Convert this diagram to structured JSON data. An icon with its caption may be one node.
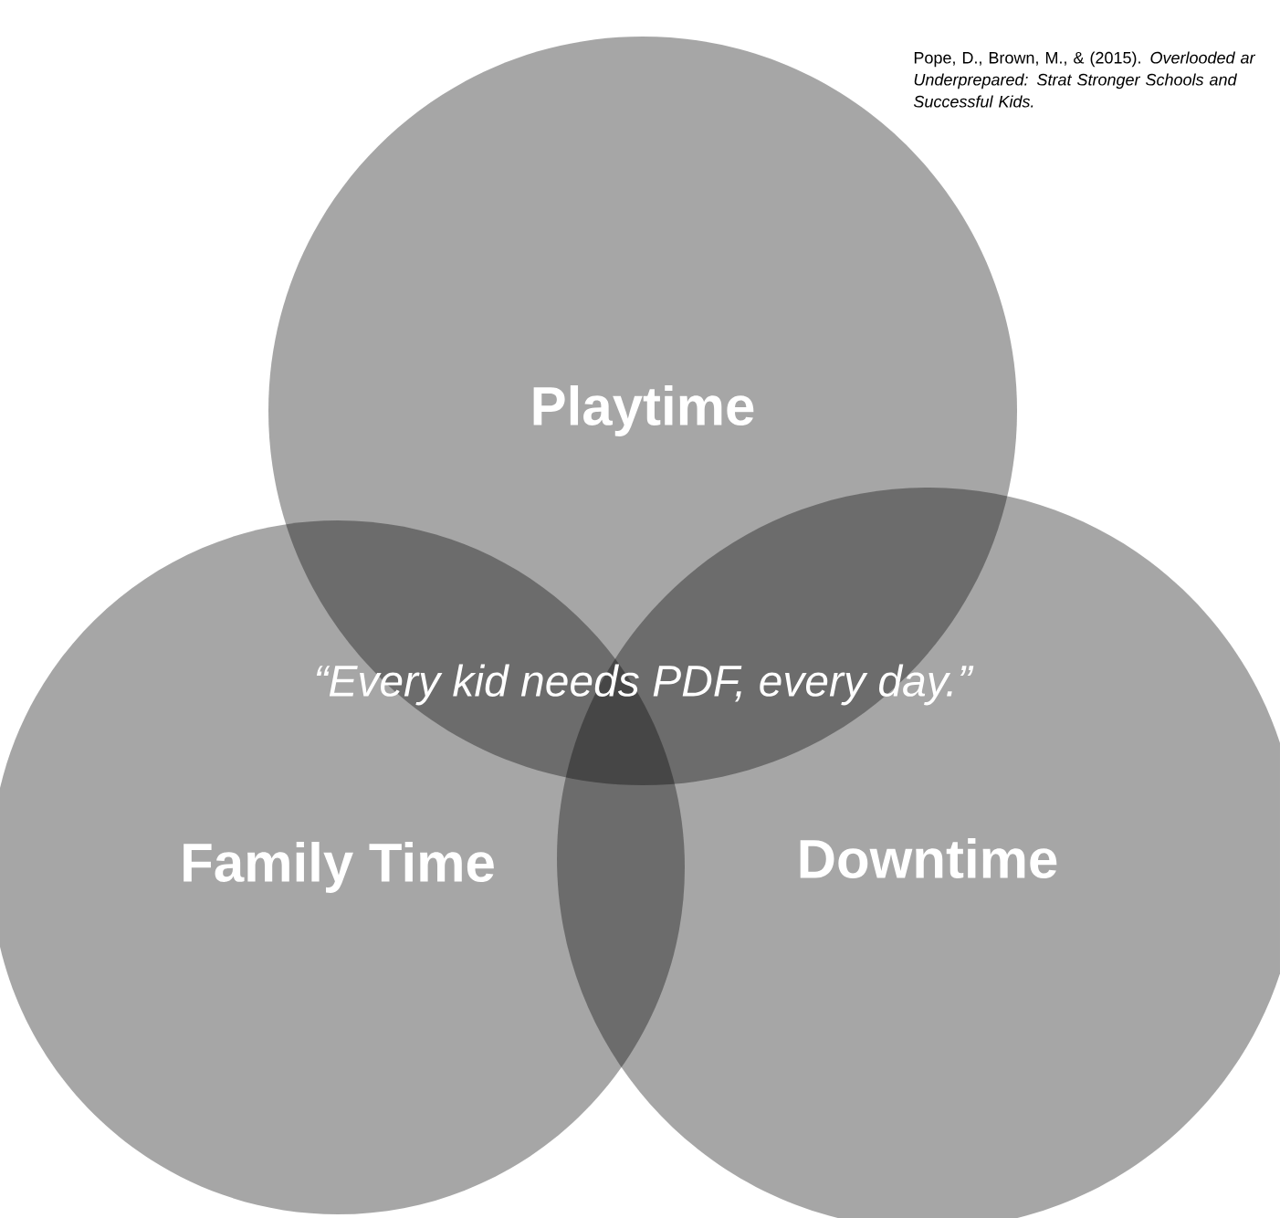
{
  "diagram": {
    "nodes": [
      {
        "text": [
          "Playtime"
        ]
      },
      {
        "text": [
          "Family Time"
        ]
      },
      {
        "text": [
          "Downtime"
        ]
      }
    ],
    "labels": [
      "“Every kid needs PDF, every day.”",
      "Pope, D., Brown, M., & (2015). *Overlooded ar Underprepared: Strat Stronger Schools and Successful Kids.*"
    ]
  }
}
